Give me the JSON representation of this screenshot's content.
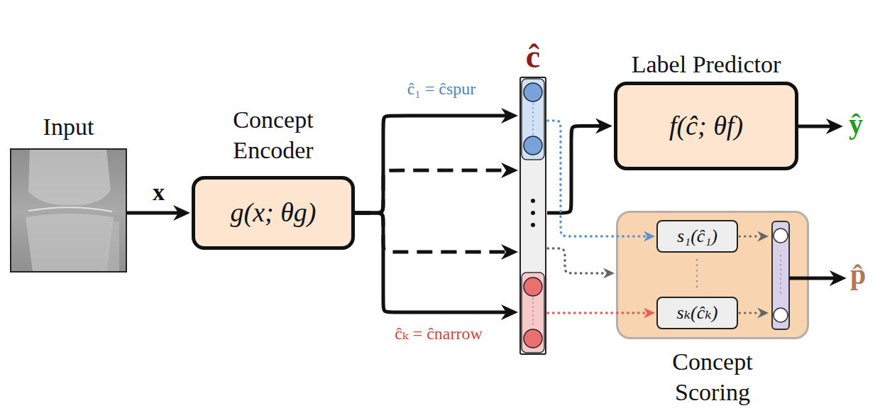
{
  "diagram": {
    "nodes": [
      {
        "text": [
          "Input"
        ]
      },
      {
        "text": [
          "Concept Encoder",
          "g(x; θg)"
        ]
      },
      {
        "text": [
          "ĉ"
        ]
      },
      {
        "text": [
          "Label Predictor",
          "f(ĉ; θf)"
        ]
      },
      {
        "text": [
          "Concept Scoring"
        ]
      },
      {
        "text": [
          "s₁(ĉ₁)"
        ],
        "in": 4
      },
      {
        "text": [
          "sₖ(ĉₖ)"
        ],
        "in": 4
      }
    ],
    "edges": [
      {
        "from": 0,
        "to": 1,
        "arrow": "to",
        "label": "x"
      },
      {
        "from": 1,
        "to": 2,
        "arrow": "to"
      },
      {
        "from": 2,
        "to": 3,
        "arrow": "to"
      },
      {
        "from": 2,
        "to": 5,
        "arrow": "to"
      },
      {
        "from": 2,
        "to": 4,
        "arrow": "to"
      },
      {
        "from": 2,
        "to": 6,
        "arrow": "to"
      }
    ],
    "labels": [
      "ĉ₁ = ĉspur",
      "ĉₖ = ĉnarrow",
      "ŷ",
      "p̂"
    ]
  }
}
